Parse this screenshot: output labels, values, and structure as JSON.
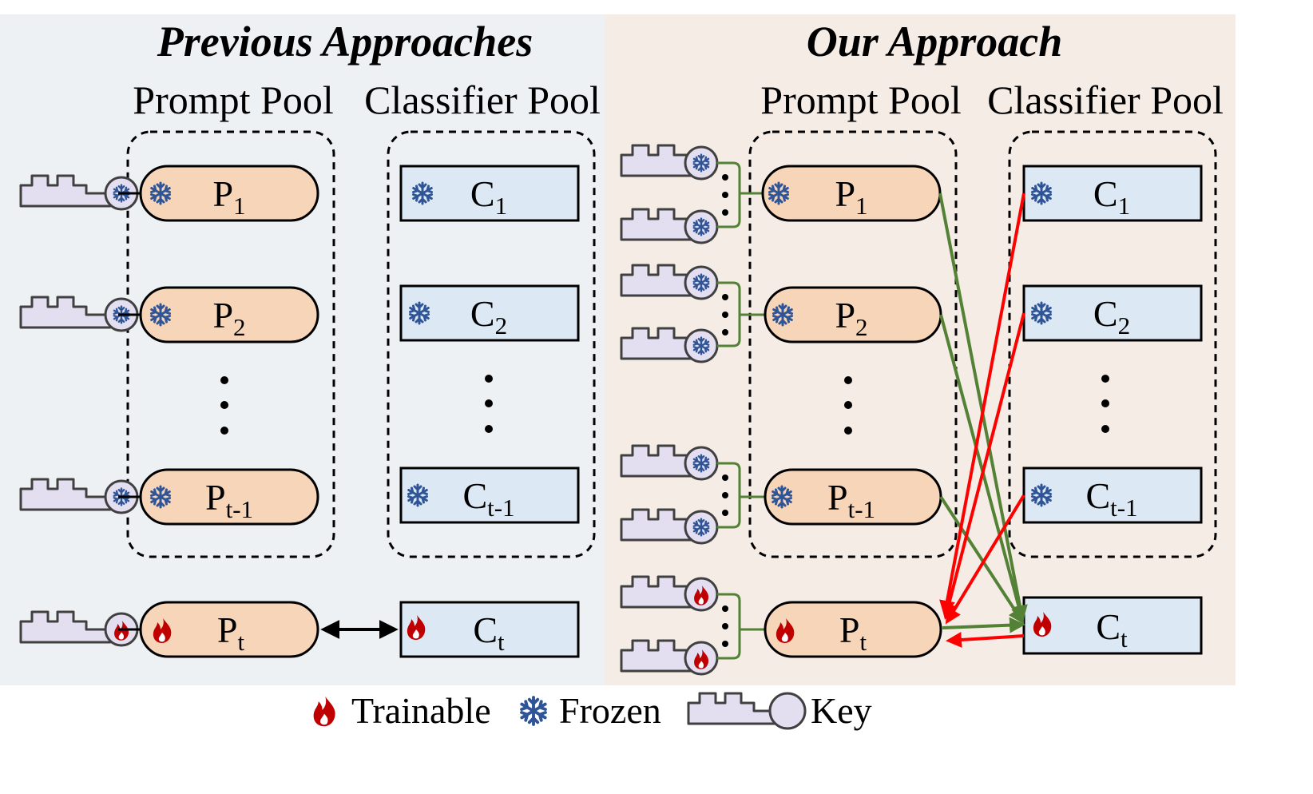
{
  "panels": {
    "left": {
      "title": "Previous Approaches",
      "prompt_pool_label": "Prompt Pool",
      "classifier_pool_label": "Classifier Pool",
      "bg": "#edf1f4"
    },
    "right": {
      "title": "Our Approach",
      "prompt_pool_label": "Prompt Pool",
      "classifier_pool_label": "Classifier Pool",
      "bg": "#f5ece6"
    }
  },
  "prompts": [
    {
      "letter": "P",
      "sub": "1",
      "state": "frozen"
    },
    {
      "letter": "P",
      "sub": "2",
      "state": "frozen"
    },
    {
      "letter": "P",
      "sub": "t-1",
      "state": "frozen"
    },
    {
      "letter": "P",
      "sub": "t",
      "state": "trainable"
    }
  ],
  "classifiers": [
    {
      "letter": "C",
      "sub": "1",
      "state": "frozen"
    },
    {
      "letter": "C",
      "sub": "2",
      "state": "frozen"
    },
    {
      "letter": "C",
      "sub": "t-1",
      "state": "frozen"
    },
    {
      "letter": "C",
      "sub": "t",
      "state": "trainable"
    }
  ],
  "legend": {
    "trainable": "Trainable",
    "frozen": "Frozen",
    "key": "Key"
  },
  "icons": {
    "trainable": "fire-icon",
    "frozen": "snowflake-icon",
    "key": "key-icon"
  },
  "colors": {
    "prompt_fill": "#f7d5b9",
    "classifier_fill": "#dce9f5",
    "key_fill": "#e3def0",
    "frozen_icon": "#2f5597",
    "trainable_icon": "#c00000",
    "green_link": "#538135",
    "red_arrow": "#ff0000"
  }
}
